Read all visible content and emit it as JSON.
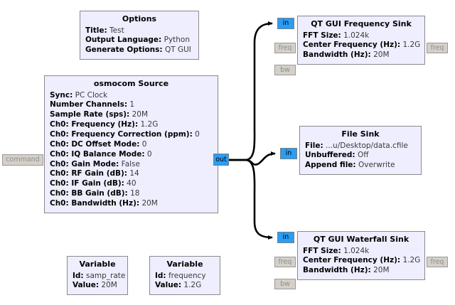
{
  "canvas": {
    "background": "#ffffff",
    "block_fill": "#eeeeff",
    "block_border": "#8a8a8a",
    "stream_port_color": "#2a9df4",
    "message_port_color": "#d4d0c8",
    "wire_color": "#000000"
  },
  "blocks": {
    "options": {
      "title": "Options",
      "props": [
        {
          "key": "Title:",
          "value": "Test"
        },
        {
          "key": "Output Language:",
          "value": "Python"
        },
        {
          "key": "Generate Options:",
          "value": "QT GUI"
        }
      ]
    },
    "osmocom_source": {
      "title": "osmocom Source",
      "props": [
        {
          "key": "Sync:",
          "value": "PC Clock"
        },
        {
          "key": "Number Channels:",
          "value": "1"
        },
        {
          "key": "Sample Rate (sps):",
          "value": "20M"
        },
        {
          "key": "Ch0: Frequency (Hz):",
          "value": "1.2G"
        },
        {
          "key": "Ch0: Frequency Correction (ppm):",
          "value": "0"
        },
        {
          "key": "Ch0: DC Offset Mode:",
          "value": "0"
        },
        {
          "key": "Ch0: IQ Balance Mode:",
          "value": "0"
        },
        {
          "key": "Ch0: Gain Mode:",
          "value": "False"
        },
        {
          "key": "Ch0: RF Gain (dB):",
          "value": "14"
        },
        {
          "key": "Ch0: IF Gain (dB):",
          "value": "40"
        },
        {
          "key": "Ch0: BB Gain (dB):",
          "value": "18"
        },
        {
          "key": "Ch0: Bandwidth (Hz):",
          "value": "20M"
        }
      ],
      "ports": {
        "command": "command",
        "out": "out"
      }
    },
    "variable_samp_rate": {
      "title": "Variable",
      "props": [
        {
          "key": "Id:",
          "value": "samp_rate"
        },
        {
          "key": "Value:",
          "value": "20M"
        }
      ]
    },
    "variable_frequency": {
      "title": "Variable",
      "props": [
        {
          "key": "Id:",
          "value": "frequency"
        },
        {
          "key": "Value:",
          "value": "1.2G"
        }
      ]
    },
    "qt_gui_frequency_sink": {
      "title": "QT GUI Frequency Sink",
      "props": [
        {
          "key": "FFT Size:",
          "value": "1.024k"
        },
        {
          "key": "Center Frequency (Hz):",
          "value": "1.2G"
        },
        {
          "key": "Bandwidth (Hz):",
          "value": "20M"
        }
      ],
      "ports": {
        "in": "in",
        "freq_in": "freq",
        "bw_in": "bw",
        "freq_out": "freq"
      }
    },
    "file_sink": {
      "title": "File Sink",
      "props": [
        {
          "key": "File:",
          "value": "...u/Desktop/data.cfile"
        },
        {
          "key": "Unbuffered:",
          "value": "Off"
        },
        {
          "key": "Append file:",
          "value": "Overwrite"
        }
      ],
      "ports": {
        "in": "in"
      }
    },
    "qt_gui_waterfall_sink": {
      "title": "QT GUI Waterfall Sink",
      "props": [
        {
          "key": "FFT Size:",
          "value": "1.024k"
        },
        {
          "key": "Center Frequency (Hz):",
          "value": "1.2G"
        },
        {
          "key": "Bandwidth (Hz):",
          "value": "20M"
        }
      ],
      "ports": {
        "in": "in",
        "freq_in": "freq",
        "bw_in": "bw",
        "freq_out": "freq"
      }
    }
  },
  "connections": [
    {
      "from": "osmocom_source.out",
      "to": "qt_gui_frequency_sink.in"
    },
    {
      "from": "osmocom_source.out",
      "to": "file_sink.in"
    },
    {
      "from": "osmocom_source.out",
      "to": "qt_gui_waterfall_sink.in"
    }
  ]
}
